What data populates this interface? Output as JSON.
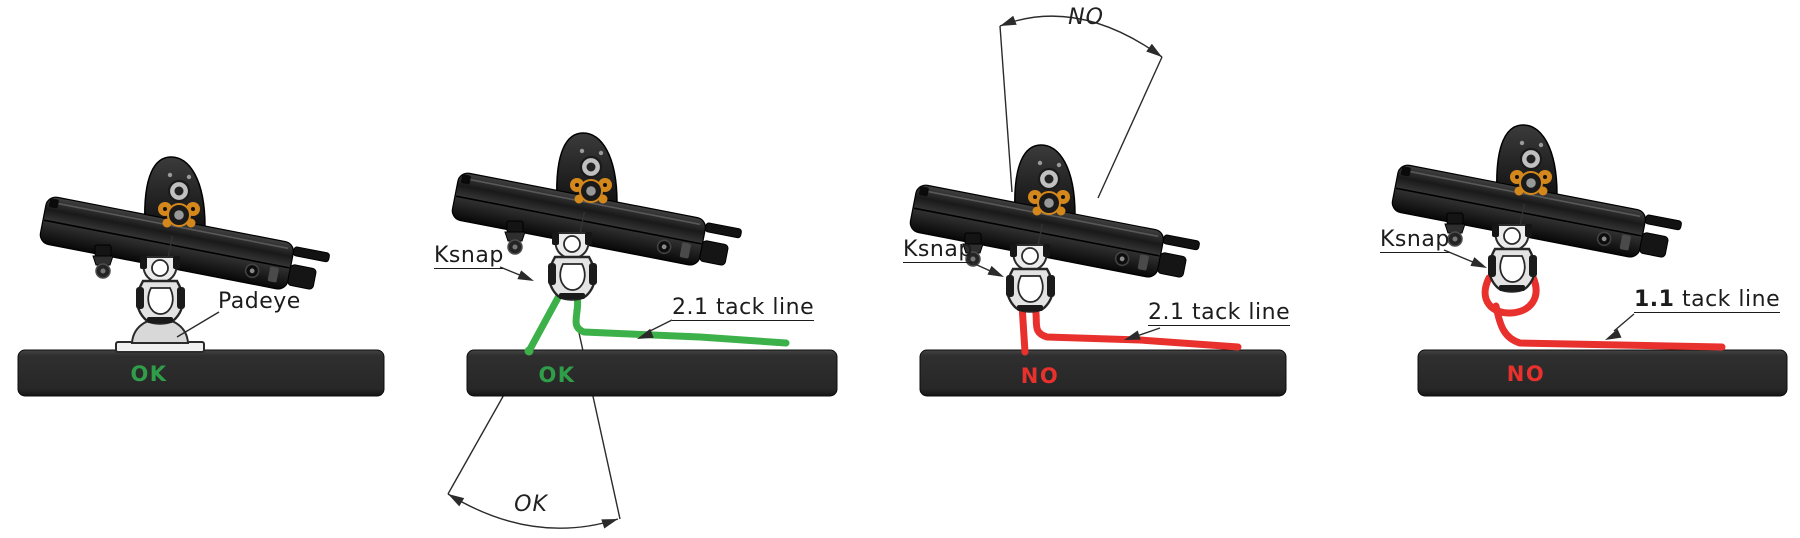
{
  "colors": {
    "ok_green": "#2f9e48",
    "no_red": "#e8312d",
    "tack_line_green": "#3cb049",
    "tack_line_red": "#e8312d",
    "deck_bar": "#2d2d2d",
    "furler_accent_orange": "#d4881c"
  },
  "panels": [
    {
      "id": "padeye-ok",
      "attachment_label": "Padeye",
      "status": "OK"
    },
    {
      "id": "ksnap-21-ok",
      "attachment_label": "Ksnap",
      "tack_label_strong": "",
      "tack_label": "2.1 tack line",
      "status": "OK",
      "angle_label": "OK"
    },
    {
      "id": "ksnap-21-no",
      "attachment_label": "Ksnap",
      "tack_label_strong": "",
      "tack_label": "2.1 tack line",
      "status": "NO",
      "angle_label": "NO"
    },
    {
      "id": "ksnap-11-no",
      "attachment_label": "Ksnap",
      "tack_label_strong": "1.1",
      "tack_label": " tack line",
      "status": "NO"
    }
  ]
}
